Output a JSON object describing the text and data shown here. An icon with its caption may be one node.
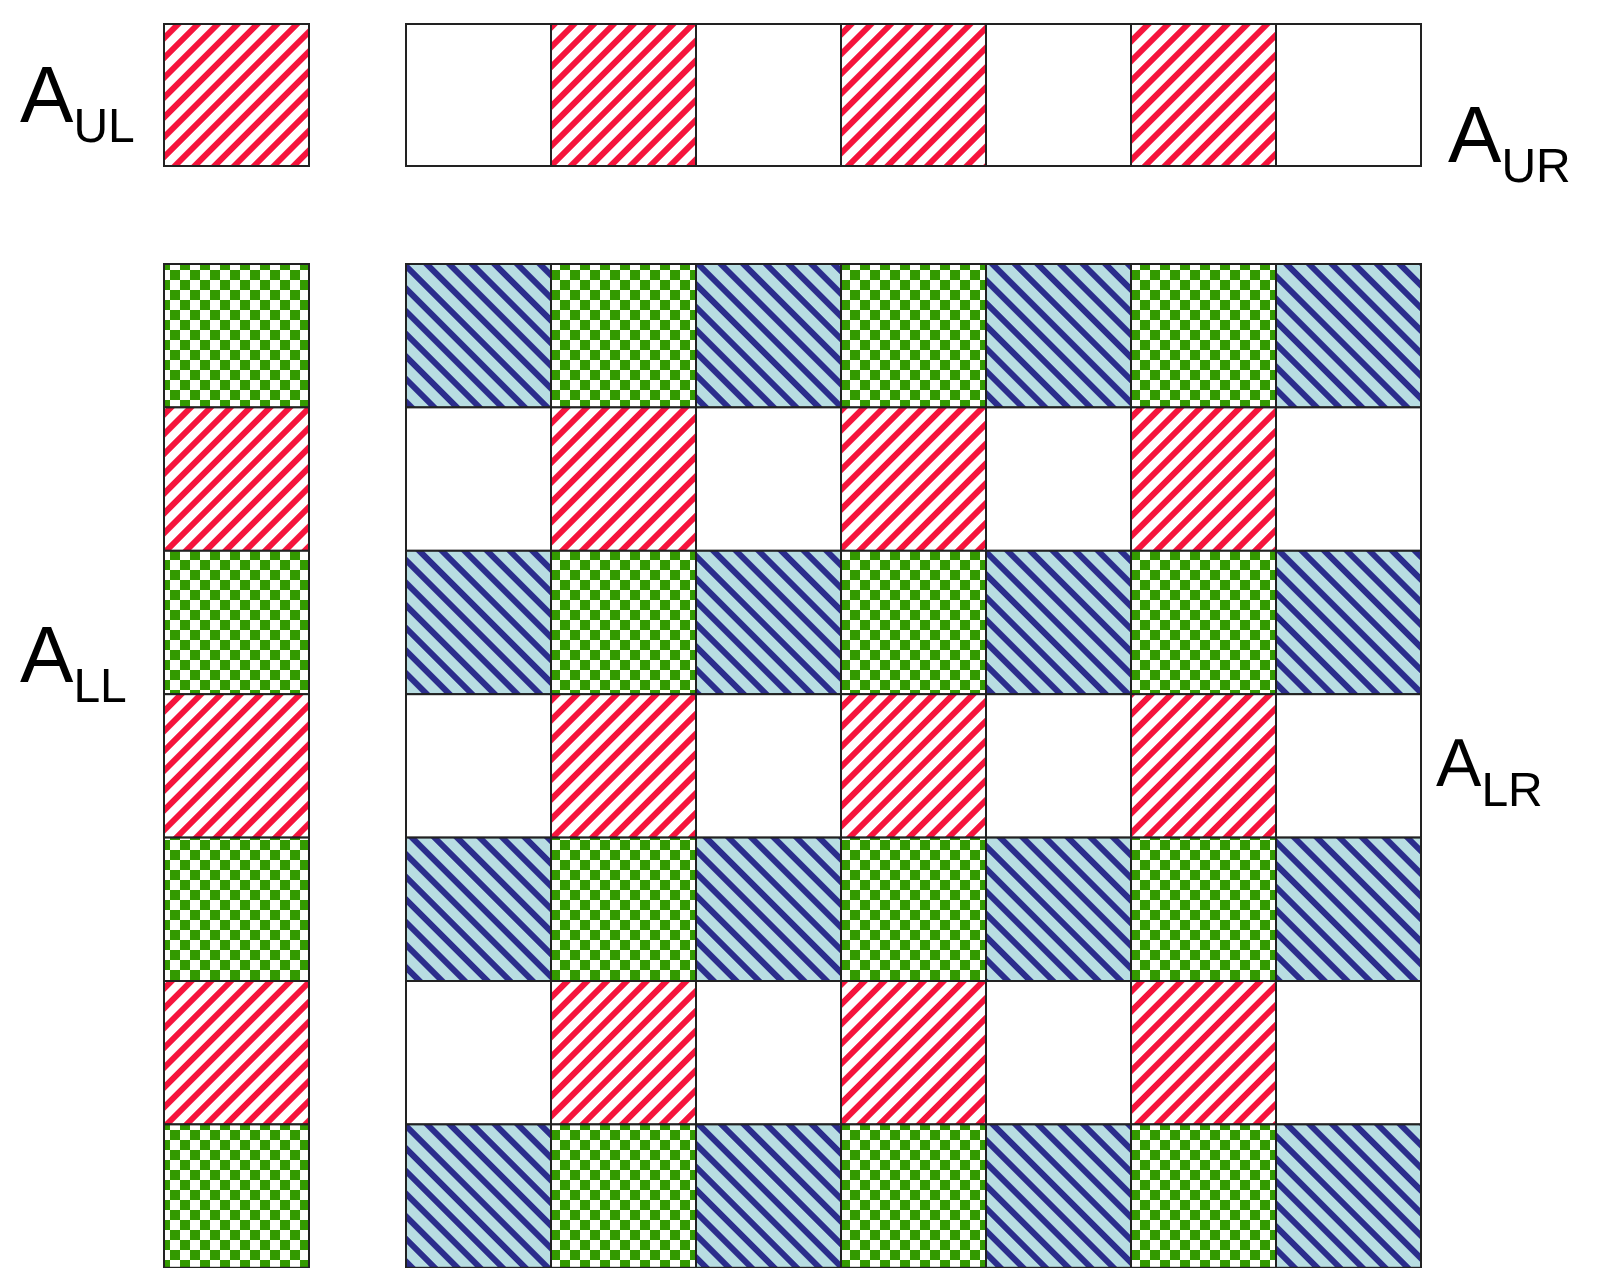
{
  "diagram": {
    "labels": [
      "A$_{UL}$",
      "A$_{UR}$",
      "A$_{LL}$",
      "A$_{LR}$"
    ]
  }
}
